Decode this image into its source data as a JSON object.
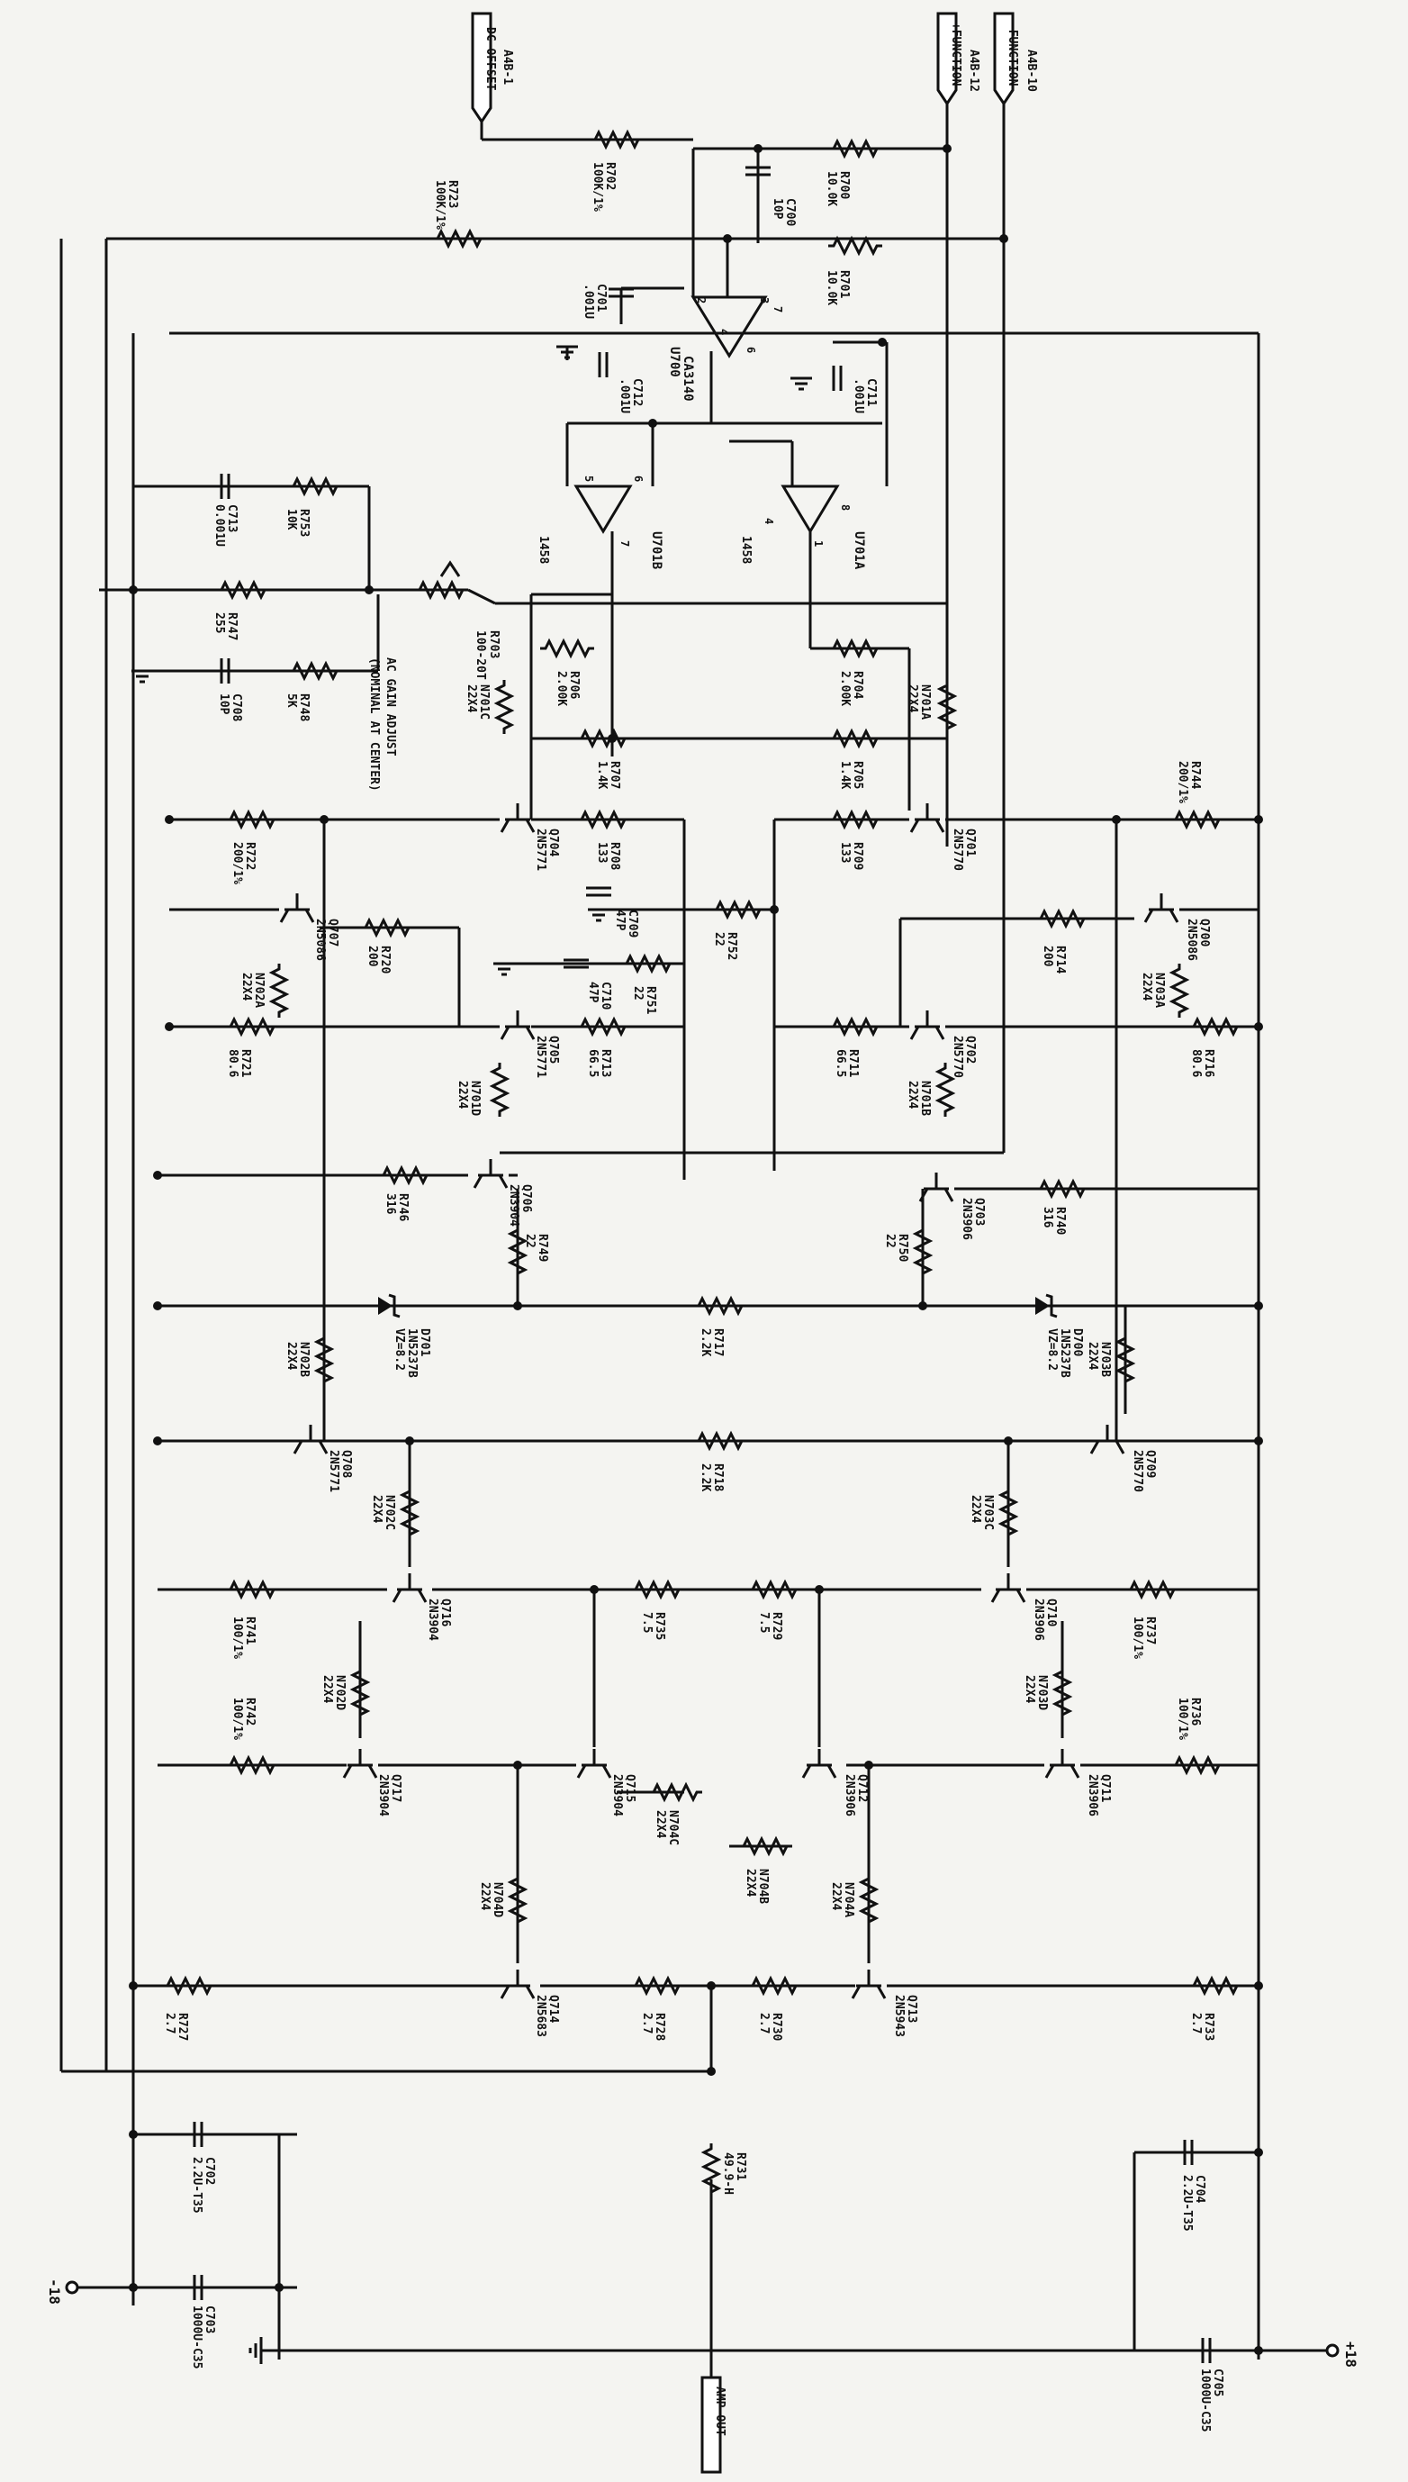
{
  "colors": {
    "paper": "#f4f4f1",
    "ink": "#111111"
  },
  "connectors": {
    "top_left": {
      "label": "DC OFFSET",
      "note": "A4B-1"
    },
    "top_mid": {
      "label": "+FUNCTION",
      "note": "A4B-12"
    },
    "top_right": {
      "label": "-FUNCTION",
      "note": "A4B-10"
    },
    "bottom": {
      "label": "AMP OUT"
    }
  },
  "rails": {
    "minus": "-18",
    "plus": "+18"
  },
  "opamps": {
    "u700": {
      "ref": "U700",
      "part": "CA3140",
      "pins": [
        "2",
        "3",
        "4",
        "6",
        "7"
      ]
    },
    "u701b": {
      "ref": "U701B",
      "part": "1458",
      "pins": [
        "5",
        "6",
        "7"
      ]
    },
    "u701a": {
      "ref": "U701A",
      "part": "1458",
      "pins": [
        "1",
        "4",
        "8"
      ]
    }
  },
  "pot": {
    "ref": "R703",
    "value": "100-20T",
    "note1": "AC GAIN ADJUST",
    "note2": "(NOMINAL AT CENTER)"
  },
  "components": {
    "r700": {
      "ref": "R700",
      "value": "10.0K"
    },
    "r701": {
      "ref": "R701",
      "value": "10.0K"
    },
    "r702": {
      "ref": "R702",
      "value": "100K/1%"
    },
    "r723": {
      "ref": "R723",
      "value": "100K/1%"
    },
    "c700": {
      "ref": "C700",
      "value": "10P"
    },
    "c701": {
      "ref": "C701",
      "value": ".001U"
    },
    "c712": {
      "ref": "C712",
      "value": ".001U"
    },
    "c711": {
      "ref": "C711",
      "value": ".001U"
    },
    "c713": {
      "ref": "C713",
      "value": "0.001U"
    },
    "r753": {
      "ref": "R753",
      "value": "10K"
    },
    "r747": {
      "ref": "R747",
      "value": "255"
    },
    "r748": {
      "ref": "R748",
      "value": "5K"
    },
    "c708": {
      "ref": "C708",
      "value": "10P"
    },
    "r706": {
      "ref": "R706",
      "value": "2.00K"
    },
    "r704": {
      "ref": "R704",
      "value": "2.00K"
    },
    "r707": {
      "ref": "R707",
      "value": "1.4K"
    },
    "r705": {
      "ref": "R705",
      "value": "1.4K"
    },
    "n701c": {
      "ref": "N701C",
      "value": "22X4"
    },
    "n701a": {
      "ref": "N701A",
      "value": "22X4"
    },
    "r708": {
      "ref": "R708",
      "value": "133"
    },
    "r709": {
      "ref": "R709",
      "value": "133"
    },
    "r722": {
      "ref": "R722",
      "value": "200/1%"
    },
    "r744": {
      "ref": "R744",
      "value": "200/1%"
    },
    "r720": {
      "ref": "R720",
      "value": "200"
    },
    "r714": {
      "ref": "R714",
      "value": "200"
    },
    "c709": {
      "ref": "C709",
      "value": "47P"
    },
    "c710": {
      "ref": "C710",
      "value": "47P"
    },
    "r752": {
      "ref": "R752",
      "value": "22"
    },
    "r751": {
      "ref": "R751",
      "value": "22"
    },
    "n702a": {
      "ref": "N702A",
      "value": "22X4"
    },
    "n703a": {
      "ref": "N703A",
      "value": "22X4"
    },
    "r721": {
      "ref": "R721",
      "value": "80.6"
    },
    "r716": {
      "ref": "R716",
      "value": "80.6"
    },
    "r713": {
      "ref": "R713",
      "value": "66.5"
    },
    "r711": {
      "ref": "R711",
      "value": "66.5"
    },
    "n701d": {
      "ref": "N701D",
      "value": "22X4"
    },
    "n701b": {
      "ref": "N701B",
      "value": "22X4"
    },
    "r746": {
      "ref": "R746",
      "value": "316"
    },
    "r740": {
      "ref": "R740",
      "value": "316"
    },
    "r749": {
      "ref": "R749",
      "value": "22"
    },
    "r750": {
      "ref": "R750",
      "value": "22"
    },
    "d701": {
      "ref": "D701",
      "value": "1N5237B",
      "note": "VZ=8.2"
    },
    "d700": {
      "ref": "D700",
      "value": "1N5237B",
      "note": "VZ=8.2"
    },
    "r717": {
      "ref": "R717",
      "value": "2.2K"
    },
    "r718": {
      "ref": "R718",
      "value": "2.2K"
    },
    "n702b": {
      "ref": "N702B",
      "value": "22X4"
    },
    "n703b": {
      "ref": "N703B",
      "value": "22X4"
    },
    "n702c": {
      "ref": "N702C",
      "value": "22X4"
    },
    "n703c": {
      "ref": "N703C",
      "value": "22X4"
    },
    "r741": {
      "ref": "R741",
      "value": "100/1%"
    },
    "r737": {
      "ref": "R737",
      "value": "100/1%"
    },
    "r735": {
      "ref": "R735",
      "value": "7.5"
    },
    "r729": {
      "ref": "R729",
      "value": "7.5"
    },
    "n702d": {
      "ref": "N702D",
      "value": "22X4"
    },
    "n703d": {
      "ref": "N703D",
      "value": "22X4"
    },
    "r742": {
      "ref": "R742",
      "value": "100/1%"
    },
    "r736": {
      "ref": "R736",
      "value": "100/1%"
    },
    "n704c": {
      "ref": "N704C",
      "value": "22X4"
    },
    "n704b": {
      "ref": "N704B",
      "value": "22X4"
    },
    "n704d": {
      "ref": "N704D",
      "value": "22X4"
    },
    "n704a": {
      "ref": "N704A",
      "value": "22X4"
    },
    "r727": {
      "ref": "R727",
      "value": "2.7"
    },
    "r728": {
      "ref": "R728",
      "value": "2.7"
    },
    "r730": {
      "ref": "R730",
      "value": "2.7"
    },
    "r733": {
      "ref": "R733",
      "value": "2.7"
    },
    "r731": {
      "ref": "R731",
      "value": "49.9-H"
    },
    "c702": {
      "ref": "C702",
      "value": "2.2U-T35"
    },
    "c703": {
      "ref": "C703",
      "value": "1000U-C35"
    },
    "c704": {
      "ref": "C704",
      "value": "2.2U-T35"
    },
    "c705": {
      "ref": "C705",
      "value": "1000U-C35"
    }
  },
  "transistors": {
    "q704": {
      "ref": "Q704",
      "part": "2N5771"
    },
    "q701": {
      "ref": "Q701",
      "part": "2N5770"
    },
    "q707": {
      "ref": "Q707",
      "part": "2N5086"
    },
    "q700": {
      "ref": "Q700",
      "part": "2N5086"
    },
    "q705": {
      "ref": "Q705",
      "part": "2N5771"
    },
    "q702": {
      "ref": "Q702",
      "part": "2N5770"
    },
    "q706": {
      "ref": "Q706",
      "part": "2N3904"
    },
    "q703": {
      "ref": "Q703",
      "part": "2N3906"
    },
    "q708": {
      "ref": "Q708",
      "part": "2N5771"
    },
    "q709": {
      "ref": "Q709",
      "part": "2N5770"
    },
    "q716": {
      "ref": "Q716",
      "part": "2N3904"
    },
    "q710": {
      "ref": "Q710",
      "part": "2N3906"
    },
    "q717": {
      "ref": "Q717",
      "part": "2N3904"
    },
    "q715": {
      "ref": "Q715",
      "part": "2N3904"
    },
    "q712": {
      "ref": "Q712",
      "part": "2N3906"
    },
    "q711": {
      "ref": "Q711",
      "part": "2N3906"
    },
    "q714": {
      "ref": "Q714",
      "part": "2N5683"
    },
    "q713": {
      "ref": "Q713",
      "part": "2N5943"
    }
  }
}
